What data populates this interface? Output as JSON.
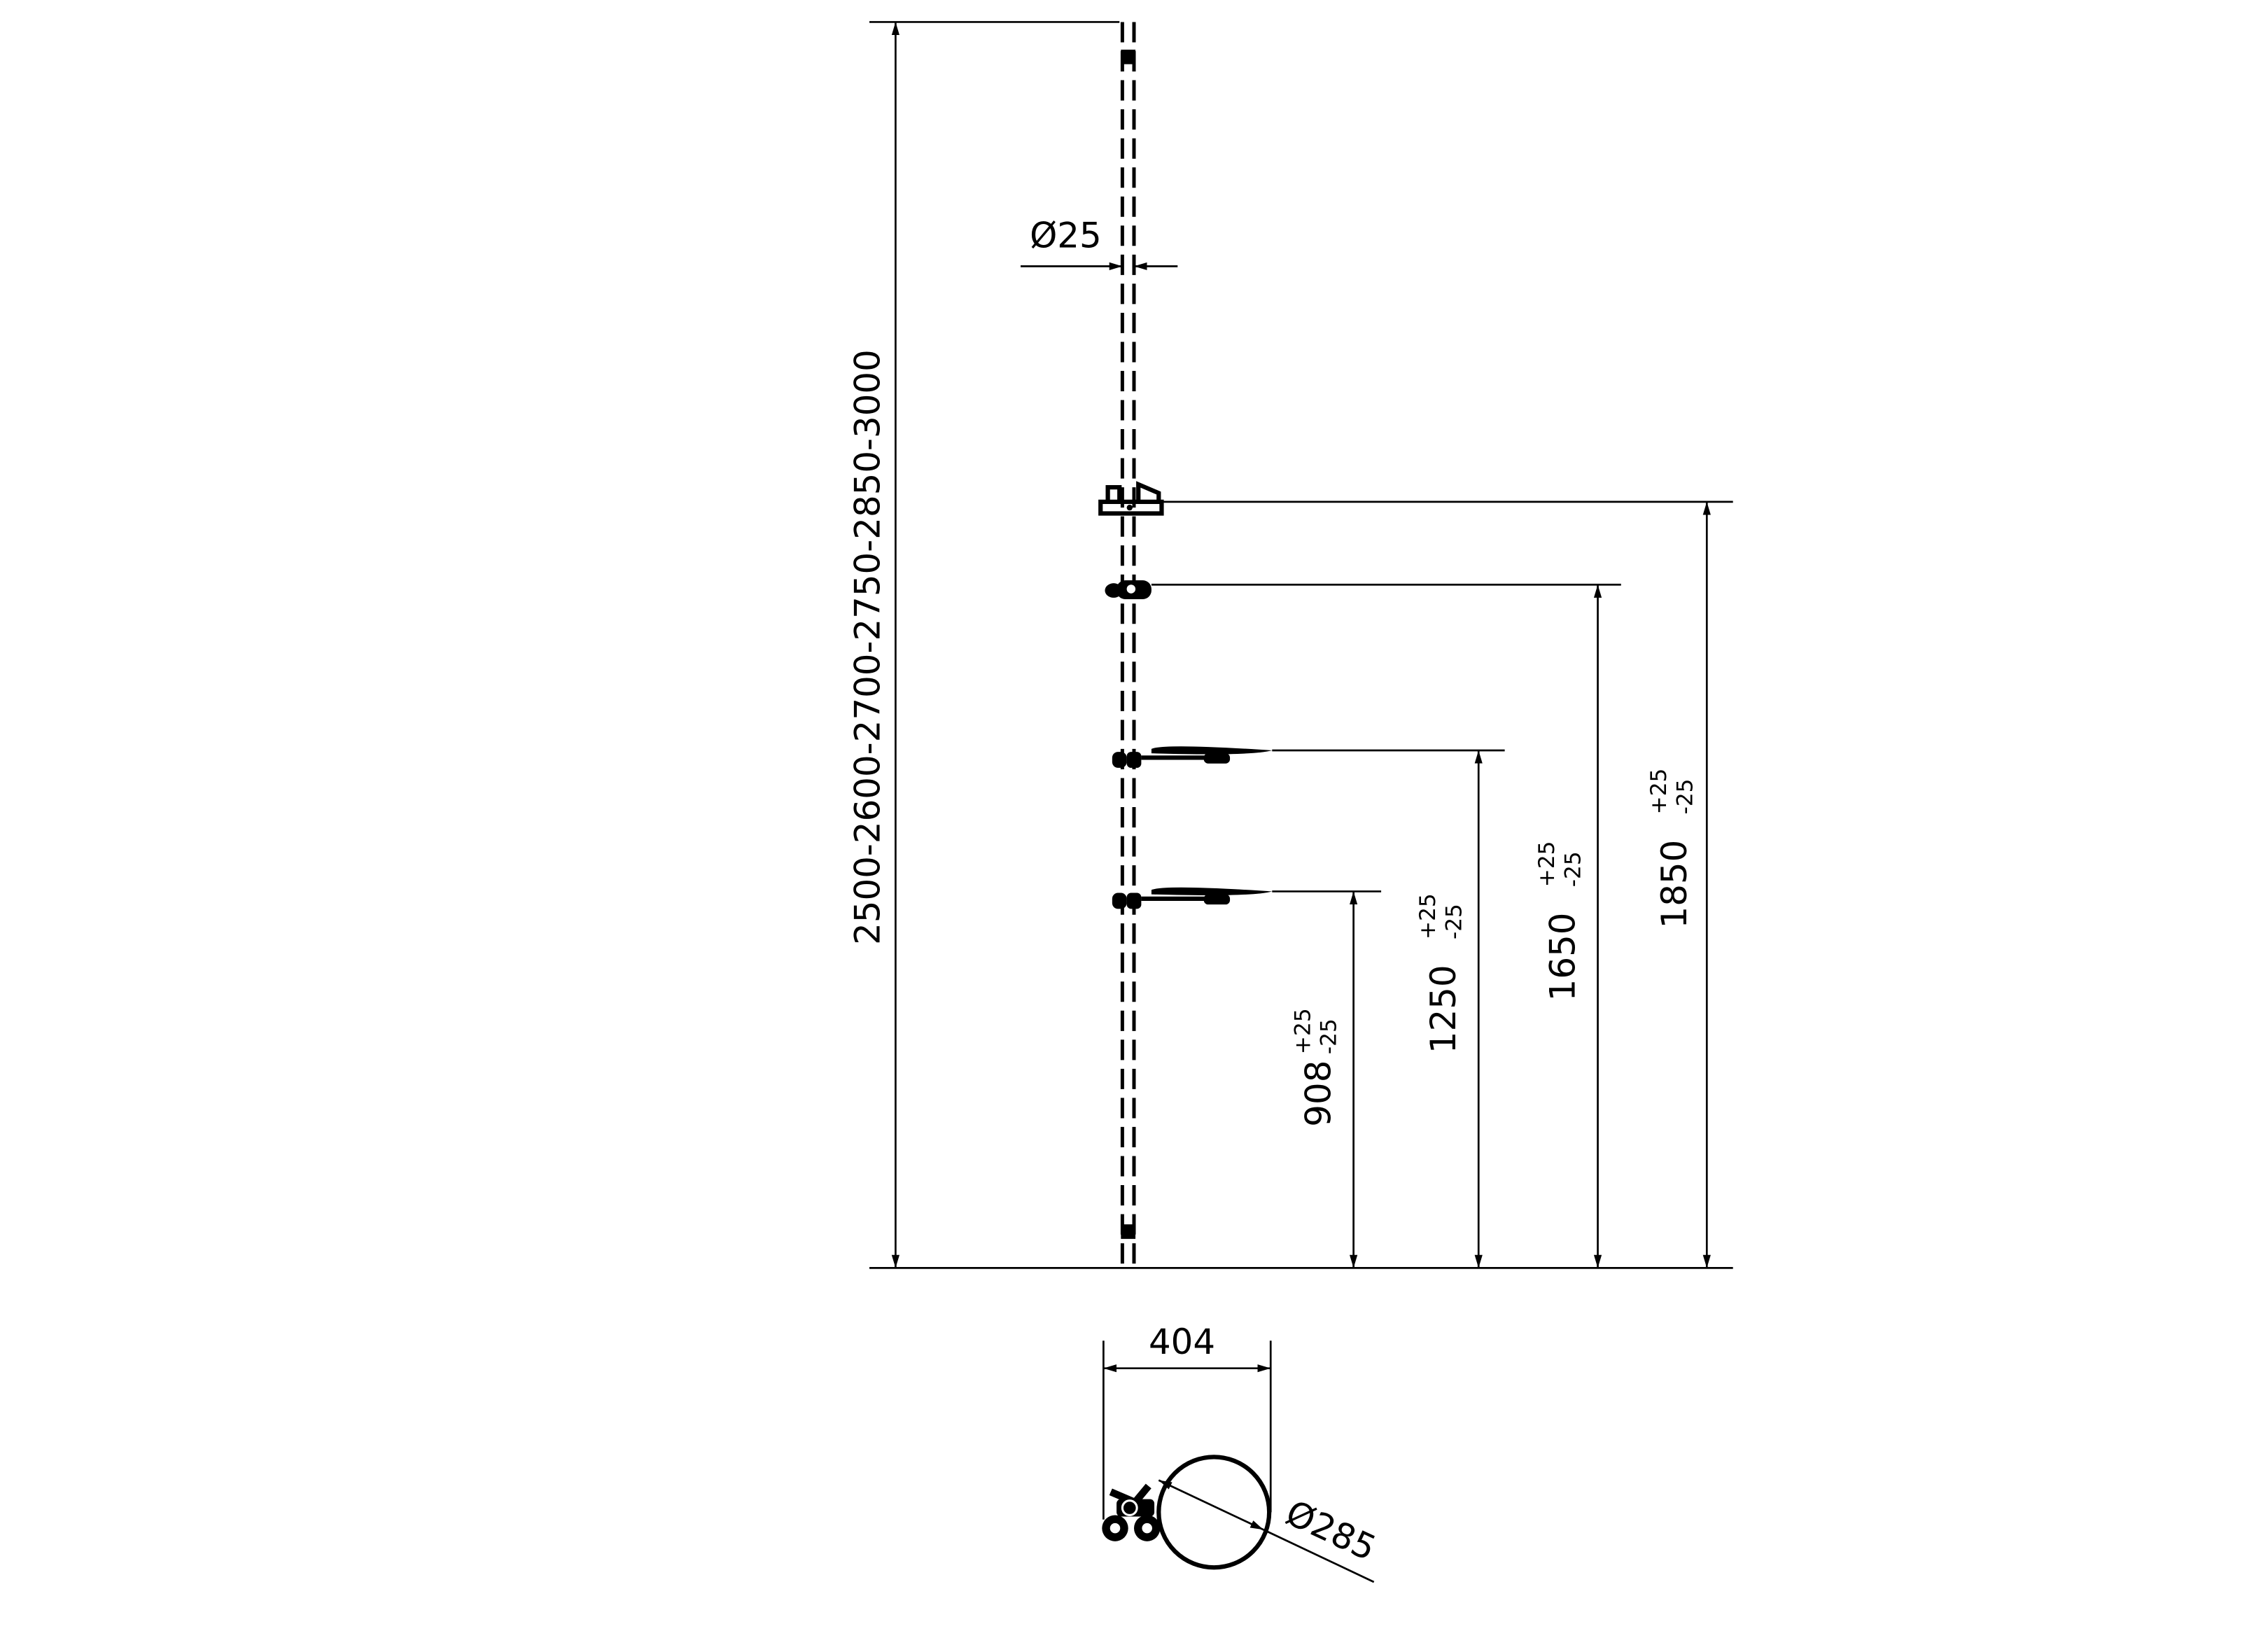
{
  "drawing": {
    "overall_height": "2500-2600-2700-2750-2850-3000",
    "pole_diameter": "Ø25",
    "fixtures": [
      {
        "height": "1850",
        "tol_plus": "+25",
        "tol_minus": "-25"
      },
      {
        "height": "1650",
        "tol_plus": "+25",
        "tol_minus": "-25"
      },
      {
        "height": "1250",
        "tol_plus": "+25",
        "tol_minus": "-25"
      },
      {
        "height": "908",
        "tol_plus": "+25",
        "tol_minus": "-25"
      }
    ],
    "plan_width": "404",
    "shelf_diameter": "Ø285"
  },
  "colors": {
    "line": "#000000",
    "background": "#ffffff"
  }
}
